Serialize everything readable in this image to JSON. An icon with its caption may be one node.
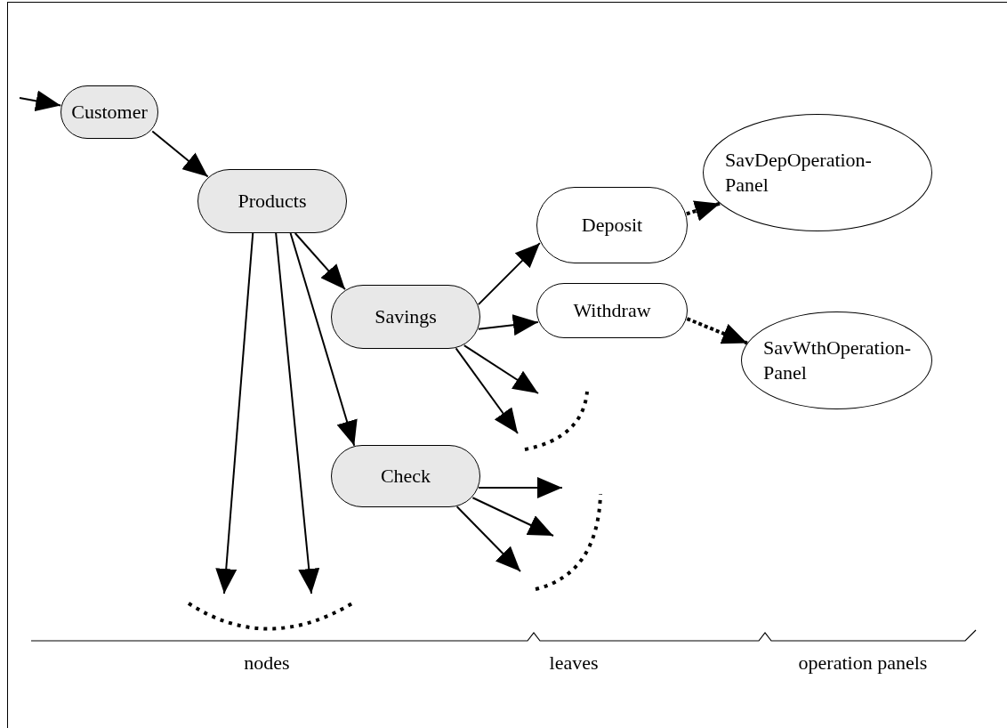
{
  "diagram": {
    "nodes": [
      {
        "text": [
          "Customer"
        ]
      },
      {
        "text": [
          "Products"
        ]
      },
      {
        "text": [
          "Savings"
        ]
      },
      {
        "text": [
          "Check"
        ]
      },
      {
        "text": [
          "Deposit"
        ]
      },
      {
        "text": [
          "Withdraw"
        ]
      },
      {
        "text": [
          "SavDepOperation-Panel"
        ]
      },
      {
        "text": [
          "SavWthOperation-Panel"
        ]
      },
      {
        "text": [],
        "shape": "arc"
      },
      {
        "text": [],
        "shape": "arc"
      },
      {
        "text": [],
        "shape": "arc"
      }
    ],
    "edges": [
      {
        "from": null,
        "to": 0,
        "arrow": "to"
      },
      {
        "from": 0,
        "to": 1,
        "arrow": "to"
      },
      {
        "from": 1,
        "to": 2,
        "arrow": "to"
      },
      {
        "from": 1,
        "to": 3,
        "arrow": "to"
      },
      {
        "from": 1,
        "to": 8,
        "arrow": "to"
      },
      {
        "from": 1,
        "to": 8,
        "arrow": "to"
      },
      {
        "from": 2,
        "to": 4,
        "arrow": "to"
      },
      {
        "from": 2,
        "to": 5,
        "arrow": "to"
      },
      {
        "from": 2,
        "to": 9,
        "arrow": "to"
      },
      {
        "from": 2,
        "to": 9,
        "arrow": "to"
      },
      {
        "from": 3,
        "to": 10,
        "arrow": "to"
      },
      {
        "from": 3,
        "to": 10,
        "arrow": "to"
      },
      {
        "from": 3,
        "to": 10,
        "arrow": "to"
      },
      {
        "from": 4,
        "to": 6,
        "arrow": "to",
        "style": "dashed"
      },
      {
        "from": 5,
        "to": 7,
        "arrow": "to",
        "style": "dashed"
      }
    ],
    "labels": [
      "nodes",
      "leaves",
      "operation panels"
    ]
  }
}
